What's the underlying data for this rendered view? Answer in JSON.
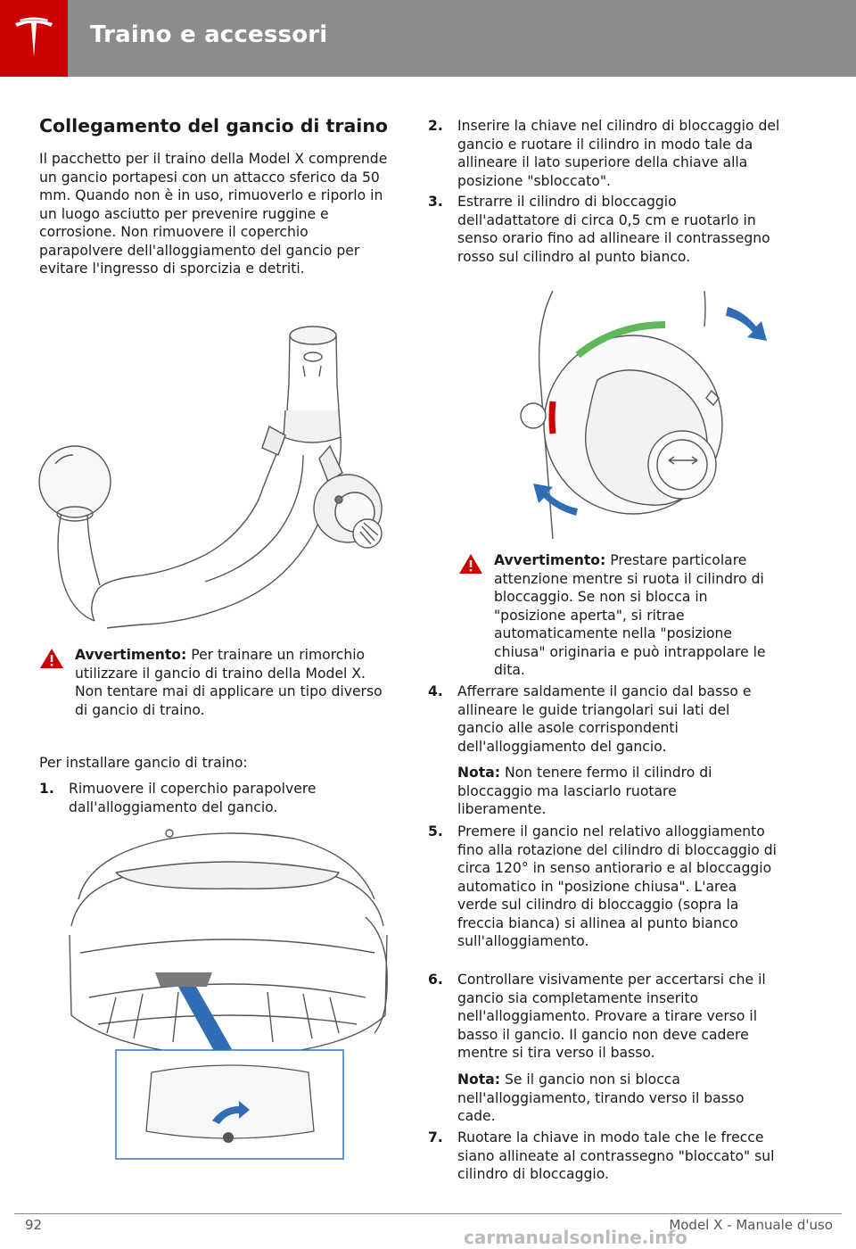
{
  "header": {
    "title": "Traino e accessori"
  },
  "section": {
    "heading": "Collegamento del gancio di traino",
    "intro": "Il pacchetto per il traino della Model X comprende un gancio portapesi con un attacco sferico da 50 mm. Quando non è in uso, rimuoverlo e riporlo in un luogo asciutto per prevenire ruggine e corrosione. Non rimuovere il coperchio parapolvere dell'alloggiamento del gancio per evitare l'ingresso di sporcizia e detriti."
  },
  "warning1": {
    "label": "Avvertimento:",
    "text": "Per trainare un rimorchio utilizzare il gancio di traino della Model X. Non tentare mai di applicare un tipo diverso di gancio di traino."
  },
  "install_intro": "Per installare gancio di traino:",
  "steps": [
    {
      "num": "1.",
      "text": "Rimuovere il coperchio parapolvere dall'alloggiamento del gancio."
    },
    {
      "num": "2.",
      "text": "Inserire la chiave nel cilindro di bloccaggio del gancio e ruotare il cilindro in modo tale da allineare il lato superiore della chiave alla posizione \"sbloccato\"."
    },
    {
      "num": "3.",
      "text": "Estrarre il cilindro di bloccaggio dell'adattatore di circa 0,5 cm e ruotarlo in senso orario fino ad allineare il contrassegno rosso sul cilindro al punto bianco."
    },
    {
      "num": "4.",
      "text": "Afferrare saldamente il gancio dal basso e allineare le guide triangolari sui lati del gancio alle asole corrispondenti dell'alloggiamento del gancio."
    },
    {
      "num": "5.",
      "text": "Premere il gancio nel relativo alloggiamento fino alla rotazione del cilindro di bloccaggio di circa 120° in senso antiorario e al bloccaggio automatico in \"posizione chiusa\". L'area verde sul cilindro di bloccaggio (sopra la freccia bianca) si allinea al punto bianco sull'alloggiamento."
    },
    {
      "num": "6.",
      "text": "Controllare visivamente per accertarsi che il gancio sia completamente inserito nell'alloggiamento. Provare a tirare verso il basso il gancio. Il gancio non deve cadere mentre si tira verso il basso."
    },
    {
      "num": "7.",
      "text": "Ruotare la chiave in modo tale che le frecce siano allineate al contrassegno \"bloccato\" sul cilindro di bloccaggio."
    }
  ],
  "warning2": {
    "label": "Avvertimento:",
    "text": "Prestare particolare attenzione mentre si ruota il cilindro di bloccaggio. Se non si blocca in \"posizione aperta\", si ritrae automaticamente nella \"posizione chiusa\" originaria e può intrappolare le dita."
  },
  "note1": {
    "label": "Nota:",
    "text": "Non tenere fermo il cilindro di bloccaggio ma lasciarlo ruotare liberamente."
  },
  "note2": {
    "label": "Nota:",
    "text": "Se il gancio non si blocca nell'alloggiamento, tirando verso il basso cade."
  },
  "footer": {
    "page": "92",
    "title": "Model X - Manuale d'uso",
    "watermark": "carmanualsonline.info"
  },
  "colors": {
    "header_bg": "#8c8c8c",
    "logo_bg": "#cc0000",
    "warning_red": "#cc0000",
    "arrow_blue": "#2f6db5",
    "ring_green": "#5fb85c"
  },
  "icons": [
    "tesla-logo-icon",
    "warning-triangle-icon",
    "rotate-arrow-icon"
  ]
}
